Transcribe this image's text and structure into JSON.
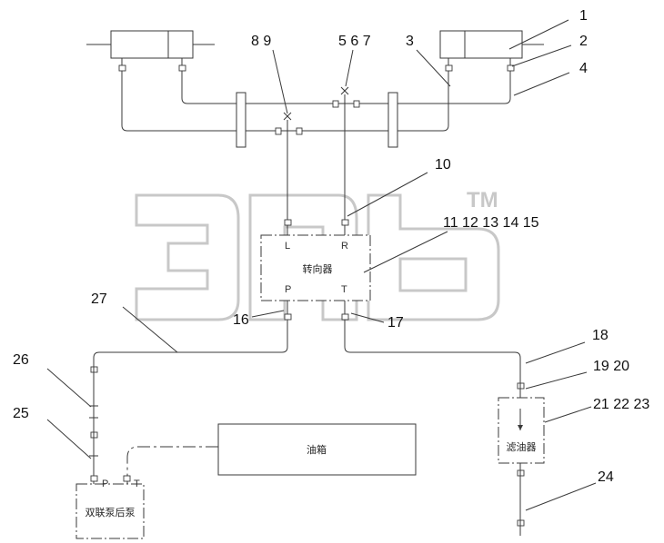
{
  "components": {
    "steering_valve": "转向器",
    "oil_tank": "油箱",
    "filter": "滤油器",
    "pump": "双联泵后泵"
  },
  "ports": {
    "valve_left": "L",
    "valve_right": "R",
    "valve_pressure": "P",
    "valve_tank": "T",
    "pump_pressure": "P",
    "pump_tank": "T"
  },
  "callouts": [
    "1",
    "2",
    "3",
    "4",
    "5 6 7",
    "8 9",
    "10",
    "11 12 13 14 15",
    "16",
    "17",
    "18",
    "19 20",
    "21 22 23",
    "24",
    "25",
    "26",
    "27"
  ],
  "watermark": {
    "trademark": "TM"
  }
}
